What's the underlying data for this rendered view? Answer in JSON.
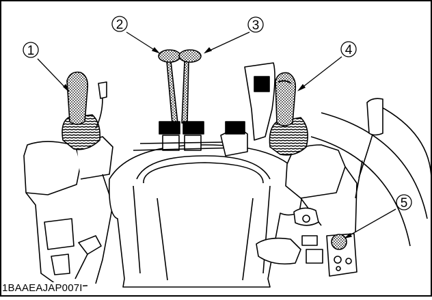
{
  "figure": {
    "id_code": "1BAAEAJAP007I",
    "callouts": [
      {
        "number": "1",
        "part": "left-joystick-lever"
      },
      {
        "number": "2",
        "part": "left-pedal-lever"
      },
      {
        "number": "3",
        "part": "right-pedal-lever"
      },
      {
        "number": "4",
        "part": "right-joystick-lever"
      },
      {
        "number": "5",
        "part": "control-knob"
      }
    ]
  },
  "colors": {
    "line": "#000000",
    "background": "#ffffff",
    "highlight_pattern": "dotted"
  }
}
